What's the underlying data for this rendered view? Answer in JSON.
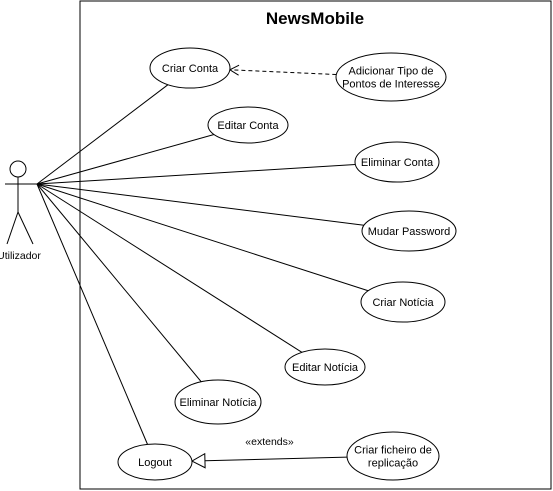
{
  "system": {
    "title": "NewsMobile"
  },
  "actor": {
    "name": "Utilizador"
  },
  "use_cases": [
    {
      "id": "criar-conta",
      "lines": [
        "Criar Conta"
      ]
    },
    {
      "id": "editar-conta",
      "lines": [
        "Editar Conta"
      ]
    },
    {
      "id": "eliminar-conta",
      "lines": [
        "Eliminar Conta"
      ]
    },
    {
      "id": "mudar-password",
      "lines": [
        "Mudar Password"
      ]
    },
    {
      "id": "criar-noticia",
      "lines": [
        "Criar Notícia"
      ]
    },
    {
      "id": "editar-noticia",
      "lines": [
        "Editar Notícia"
      ]
    },
    {
      "id": "eliminar-noticia",
      "lines": [
        "Eliminar Notícia"
      ]
    },
    {
      "id": "logout",
      "lines": [
        "Logout"
      ]
    },
    {
      "id": "adicionar-tipo",
      "lines": [
        "Adicionar Tipo de",
        "Pontos de Interesse"
      ]
    },
    {
      "id": "criar-ficheiro",
      "lines": [
        "Criar ficheiro de",
        "replicação"
      ]
    }
  ],
  "associations": [
    "criar-conta",
    "editar-conta",
    "eliminar-conta",
    "mudar-password",
    "criar-noticia",
    "editar-noticia",
    "eliminar-noticia",
    "logout"
  ],
  "relations": [
    {
      "type": "dependency",
      "from": "adicionar-tipo",
      "to": "criar-conta",
      "label": ""
    },
    {
      "type": "generalization",
      "from": "criar-ficheiro",
      "to": "logout",
      "label": "«extends»"
    }
  ]
}
